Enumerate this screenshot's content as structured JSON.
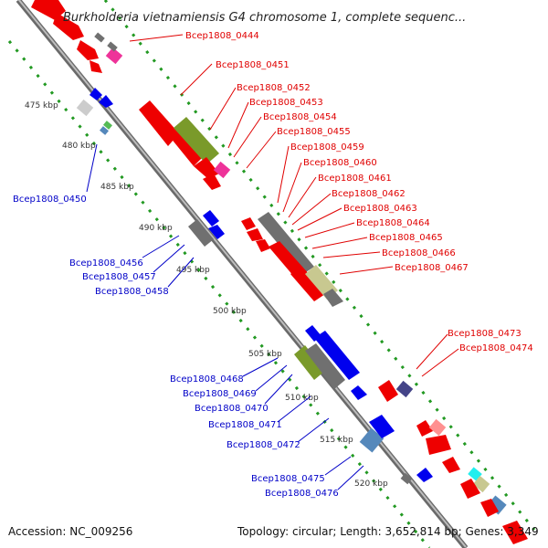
{
  "title": "Burkholderia vietnamiensis G4 chromosome 1, complete sequenc...",
  "accession": "Accession: NC_009256",
  "summary": "Topology: circular; Length: 3,652,814 bp; Genes: 3,349",
  "ticks": [
    "475 kbp",
    "480 kbp",
    "485 kbp",
    "490 kbp",
    "495 kbp",
    "500 kbp",
    "505 kbp",
    "510 kbp",
    "515 kbp",
    "520 kbp"
  ],
  "red_labels": [
    "Bcep1808_0444",
    "Bcep1808_0451",
    "Bcep1808_0452",
    "Bcep1808_0453",
    "Bcep1808_0454",
    "Bcep1808_0455",
    "Bcep1808_0459",
    "Bcep1808_0460",
    "Bcep1808_0461",
    "Bcep1808_0462",
    "Bcep1808_0463",
    "Bcep1808_0464",
    "Bcep1808_0465",
    "Bcep1808_0466",
    "Bcep1808_0467",
    "Bcep1808_0473",
    "Bcep1808_0474"
  ],
  "blue_labels": [
    "Bcep1808_0450",
    "Bcep1808_0456",
    "Bcep1808_0457",
    "Bcep1808_0458",
    "Bcep1808_0468",
    "Bcep1808_0469",
    "Bcep1808_0470",
    "Bcep1808_0471",
    "Bcep1808_0472",
    "Bcep1808_0475",
    "Bcep1808_0476"
  ],
  "colors": {
    "forward_gene": "#ee0000",
    "reverse_gene": "#0000ee",
    "label_red": "#e00000",
    "label_blue": "#0000c8",
    "backbone": "#8a8a8a",
    "dotted_track": "#229922",
    "grey_gene": "#707070",
    "olive_gene": "#7a9a2a",
    "pink_gene": "#ee3399",
    "steelblue_gene": "#5588bb",
    "navy_gene": "#444488",
    "khaki_gene": "#c8c890",
    "cyan_gene": "#22eeee",
    "salmon_gene": "#ff9090"
  }
}
